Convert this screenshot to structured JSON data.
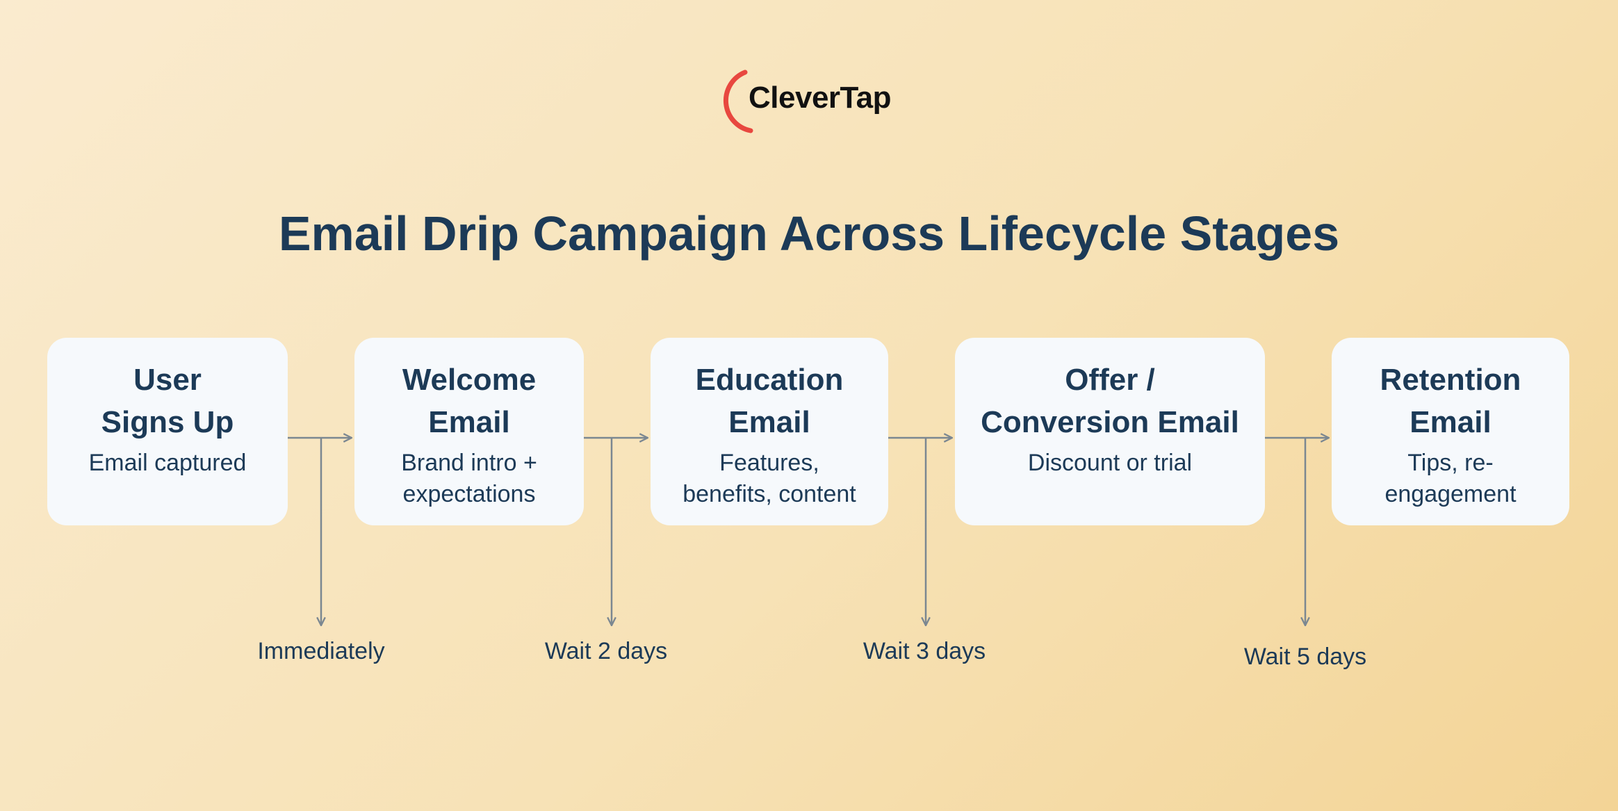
{
  "brand": {
    "name": "CleverTap",
    "accent_color": "#e8473f"
  },
  "title": "Email Drip Campaign Across Lifecycle Stages",
  "stages": [
    {
      "title": "User\nSigns Up",
      "description": "Email captured"
    },
    {
      "title": "Welcome\nEmail",
      "description": "Brand intro +\nexpectations"
    },
    {
      "title": "Education\nEmail",
      "description": "Features,\nbenefits, content"
    },
    {
      "title": "Offer /\nConversion Email",
      "description": "Discount or trial"
    },
    {
      "title": "Retention\nEmail",
      "description": "Tips, re-\nengagement"
    }
  ],
  "waits": [
    {
      "label": "Immediately"
    },
    {
      "label": "Wait 2 days"
    },
    {
      "label": "Wait 3 days"
    },
    {
      "label": "Wait 5 days"
    }
  ],
  "colors": {
    "text": "#1c3a57",
    "box": "#f6f9fc",
    "connector": "#7b8791"
  }
}
